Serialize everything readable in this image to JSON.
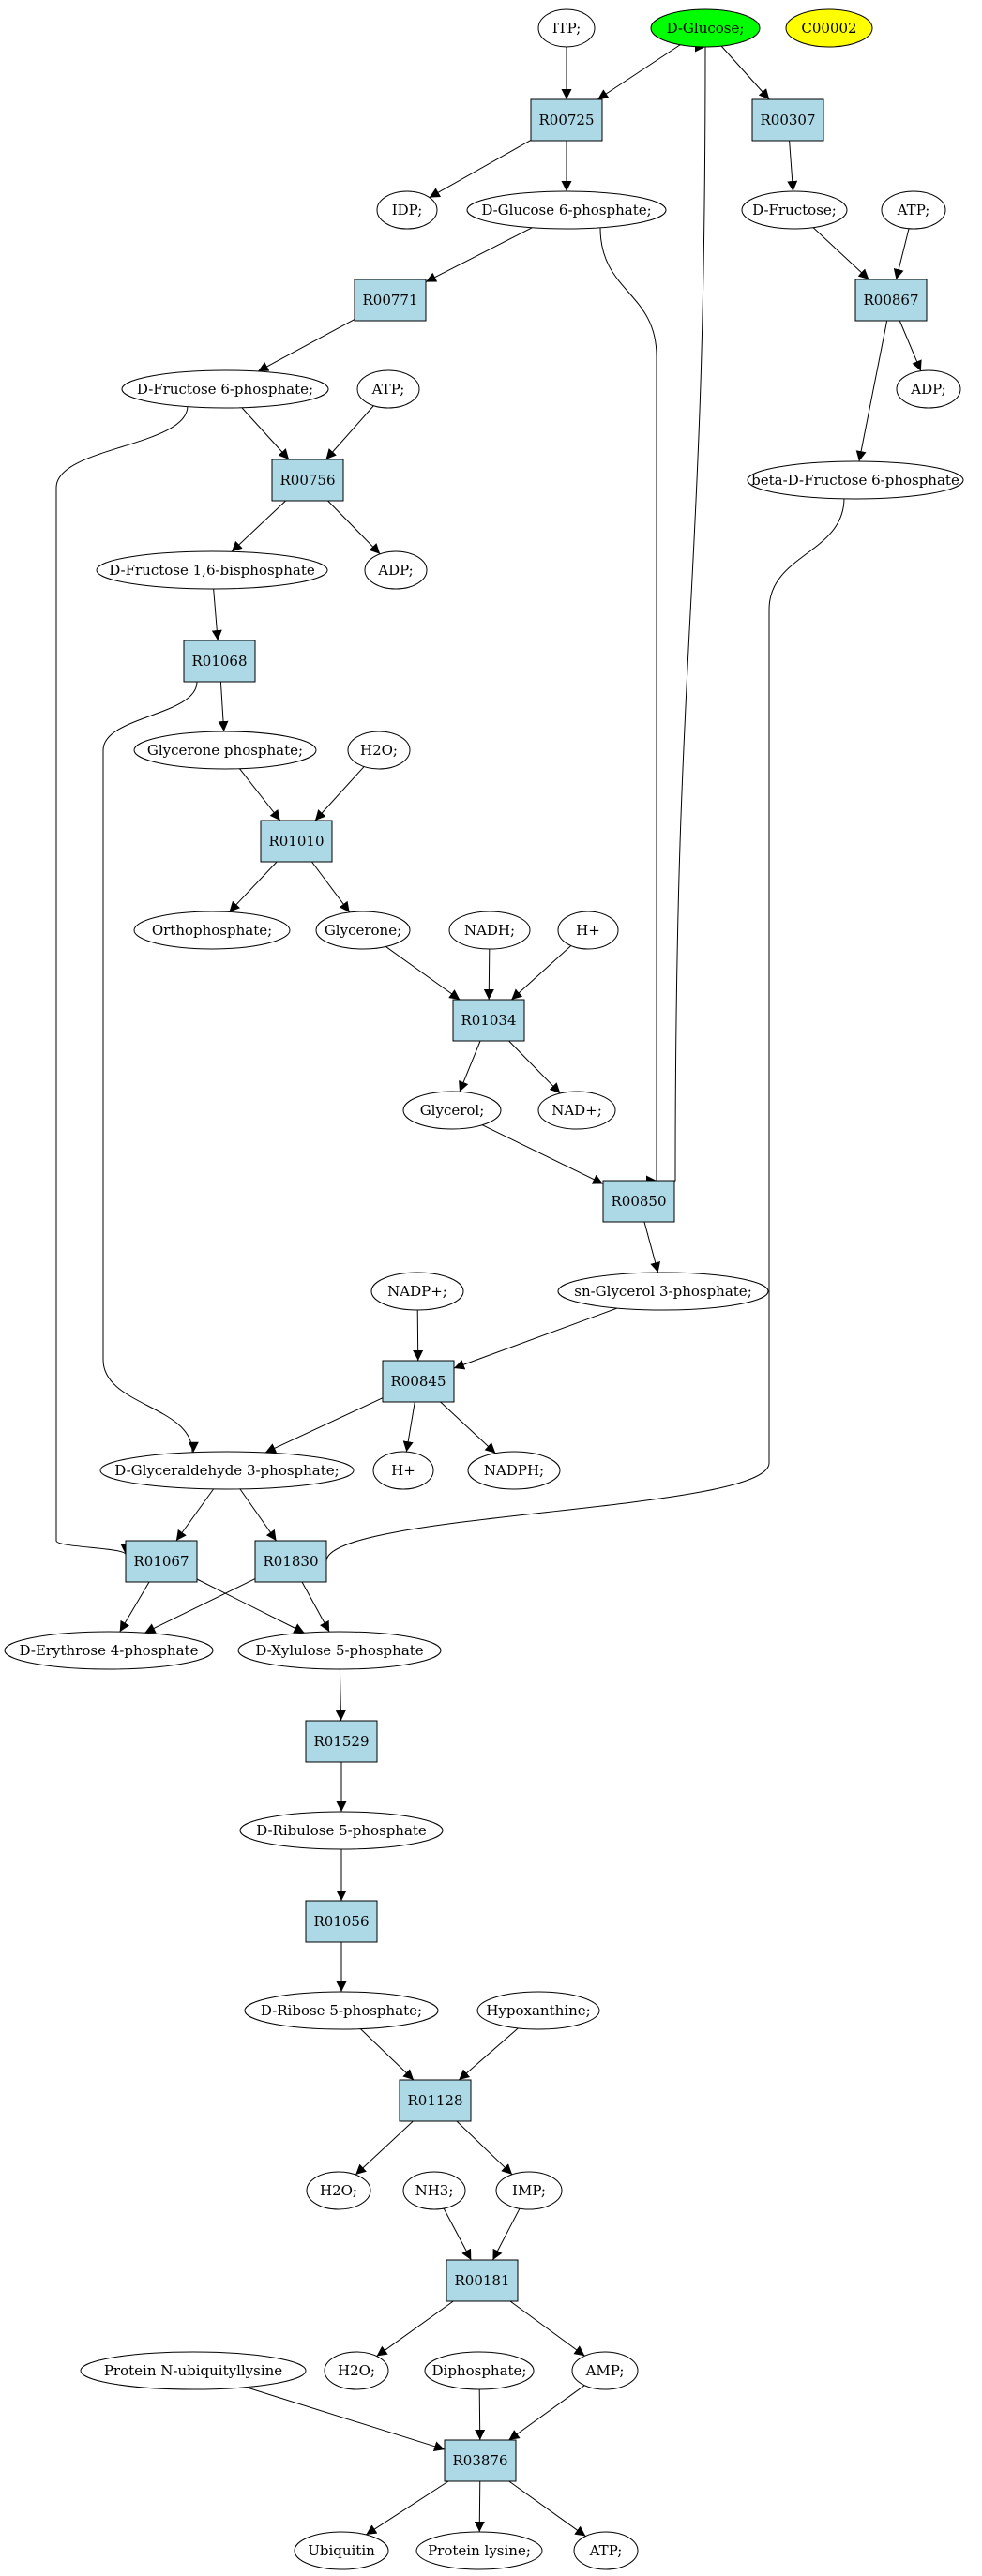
{
  "colors": {
    "reaction_fill": "#add8e6",
    "start_fill": "#00ff00",
    "highlight_fill": "#ffff00",
    "compound_fill": "#ffffff",
    "stroke": "#000000"
  },
  "nodes": {
    "itp": {
      "label": "ITP;",
      "kind": "compound"
    },
    "dglucose": {
      "label": "D-Glucose;",
      "kind": "start"
    },
    "c00002": {
      "label": "C00002",
      "kind": "highlight"
    },
    "r00725": {
      "label": "R00725",
      "kind": "reaction"
    },
    "r00307": {
      "label": "R00307",
      "kind": "reaction"
    },
    "idp": {
      "label": "IDP;",
      "kind": "compound"
    },
    "g6p": {
      "label": "D-Glucose 6-phosphate;",
      "kind": "compound"
    },
    "dfructose": {
      "label": "D-Fructose;",
      "kind": "compound"
    },
    "atp_a": {
      "label": "ATP;",
      "kind": "compound"
    },
    "r00771": {
      "label": "R00771",
      "kind": "reaction"
    },
    "r00867": {
      "label": "R00867",
      "kind": "reaction"
    },
    "adp_a": {
      "label": "ADP;",
      "kind": "compound"
    },
    "f6p": {
      "label": "D-Fructose 6-phosphate;",
      "kind": "compound"
    },
    "atp_b": {
      "label": "ATP;",
      "kind": "compound"
    },
    "bf6p": {
      "label": "beta-D-Fructose 6-phosphate",
      "kind": "compound"
    },
    "r00756": {
      "label": "R00756",
      "kind": "reaction"
    },
    "f16bp": {
      "label": "D-Fructose 1,6-bisphosphate",
      "kind": "compound"
    },
    "adp_b": {
      "label": "ADP;",
      "kind": "compound"
    },
    "r01068": {
      "label": "R01068",
      "kind": "reaction"
    },
    "glyp": {
      "label": "Glycerone phosphate;",
      "kind": "compound"
    },
    "h2o_a": {
      "label": "H2O;",
      "kind": "compound"
    },
    "r01010": {
      "label": "R01010",
      "kind": "reaction"
    },
    "ortho": {
      "label": "Orthophosphate;",
      "kind": "compound"
    },
    "glycerone": {
      "label": "Glycerone;",
      "kind": "compound"
    },
    "nadh": {
      "label": "NADH;",
      "kind": "compound"
    },
    "hplus_a": {
      "label": "H+",
      "kind": "compound"
    },
    "r01034": {
      "label": "R01034",
      "kind": "reaction"
    },
    "glycerol": {
      "label": "Glycerol;",
      "kind": "compound"
    },
    "nadplus": {
      "label": "NAD+;",
      "kind": "compound"
    },
    "r00850": {
      "label": "R00850",
      "kind": "reaction"
    },
    "nadpplus": {
      "label": "NADP+;",
      "kind": "compound"
    },
    "sng3p": {
      "label": "sn-Glycerol 3-phosphate;",
      "kind": "compound"
    },
    "r00845": {
      "label": "R00845",
      "kind": "reaction"
    },
    "ga3p": {
      "label": "D-Glyceraldehyde 3-phosphate;",
      "kind": "compound"
    },
    "hplus_b": {
      "label": "H+",
      "kind": "compound"
    },
    "nadph": {
      "label": "NADPH;",
      "kind": "compound"
    },
    "r01067": {
      "label": "R01067",
      "kind": "reaction"
    },
    "r01830": {
      "label": "R01830",
      "kind": "reaction"
    },
    "e4p": {
      "label": "D-Erythrose 4-phosphate",
      "kind": "compound"
    },
    "x5p": {
      "label": "D-Xylulose 5-phosphate",
      "kind": "compound"
    },
    "r01529": {
      "label": "R01529",
      "kind": "reaction"
    },
    "ru5p": {
      "label": "D-Ribulose 5-phosphate",
      "kind": "compound"
    },
    "r01056": {
      "label": "R01056",
      "kind": "reaction"
    },
    "r5p": {
      "label": "D-Ribose 5-phosphate;",
      "kind": "compound"
    },
    "hypox": {
      "label": "Hypoxanthine;",
      "kind": "compound"
    },
    "r01128": {
      "label": "R01128",
      "kind": "reaction"
    },
    "h2o_b": {
      "label": "H2O;",
      "kind": "compound"
    },
    "nh3": {
      "label": "NH3;",
      "kind": "compound"
    },
    "imp": {
      "label": "IMP;",
      "kind": "compound"
    },
    "r00181": {
      "label": "R00181",
      "kind": "reaction"
    },
    "pnul": {
      "label": "Protein N-ubiquityllysine",
      "kind": "compound"
    },
    "h2o_c": {
      "label": "H2O;",
      "kind": "compound"
    },
    "diphos": {
      "label": "Diphosphate;",
      "kind": "compound"
    },
    "amp": {
      "label": "AMP;",
      "kind": "compound"
    },
    "r03876": {
      "label": "R03876",
      "kind": "reaction"
    },
    "ubiquitin": {
      "label": "Ubiquitin",
      "kind": "compound"
    },
    "plysine": {
      "label": "Protein lysine;",
      "kind": "compound"
    },
    "atp_c": {
      "label": "ATP;",
      "kind": "compound"
    }
  },
  "edges": [
    [
      "dglucose",
      "r00725"
    ],
    [
      "itp",
      "r00725"
    ],
    [
      "r00725",
      "idp"
    ],
    [
      "r00725",
      "g6p"
    ],
    [
      "dglucose",
      "r00307"
    ],
    [
      "r00307",
      "dfructose"
    ],
    [
      "g6p",
      "r00771"
    ],
    [
      "r00771",
      "f6p"
    ],
    [
      "dfructose",
      "r00867"
    ],
    [
      "atp_a",
      "r00867"
    ],
    [
      "r00867",
      "adp_a"
    ],
    [
      "r00867",
      "bf6p"
    ],
    [
      "f6p",
      "r00756"
    ],
    [
      "atp_b",
      "r00756"
    ],
    [
      "r00756",
      "f16bp"
    ],
    [
      "r00756",
      "adp_b"
    ],
    [
      "f16bp",
      "r01068"
    ],
    [
      "r01068",
      "glyp"
    ],
    [
      "glyp",
      "r01010"
    ],
    [
      "h2o_a",
      "r01010"
    ],
    [
      "r01010",
      "ortho"
    ],
    [
      "r01010",
      "glycerone"
    ],
    [
      "glycerone",
      "r01034"
    ],
    [
      "nadh",
      "r01034"
    ],
    [
      "hplus_a",
      "r01034"
    ],
    [
      "r01034",
      "glycerol"
    ],
    [
      "r01034",
      "nadplus"
    ],
    [
      "glycerol",
      "r00850"
    ],
    [
      "g6p",
      "r00850"
    ],
    [
      "r00850",
      "dglucose"
    ],
    [
      "r00850",
      "sng3p"
    ],
    [
      "sng3p",
      "r00845"
    ],
    [
      "nadpplus",
      "r00845"
    ],
    [
      "r00845",
      "ga3p"
    ],
    [
      "r00845",
      "hplus_b"
    ],
    [
      "r00845",
      "nadph"
    ],
    [
      "r01068",
      "ga3p"
    ],
    [
      "f6p",
      "r01067"
    ],
    [
      "ga3p",
      "r01067"
    ],
    [
      "ga3p",
      "r01830"
    ],
    [
      "bf6p",
      "r01830"
    ],
    [
      "r01067",
      "e4p"
    ],
    [
      "r01067",
      "x5p"
    ],
    [
      "r01830",
      "e4p"
    ],
    [
      "r01830",
      "x5p"
    ],
    [
      "x5p",
      "r01529"
    ],
    [
      "r01529",
      "ru5p"
    ],
    [
      "ru5p",
      "r01056"
    ],
    [
      "r01056",
      "r5p"
    ],
    [
      "r5p",
      "r01128"
    ],
    [
      "hypox",
      "r01128"
    ],
    [
      "r01128",
      "h2o_b"
    ],
    [
      "r01128",
      "imp"
    ],
    [
      "imp",
      "r00181"
    ],
    [
      "nh3",
      "r00181"
    ],
    [
      "r00181",
      "h2o_c"
    ],
    [
      "r00181",
      "amp"
    ],
    [
      "amp",
      "r03876"
    ],
    [
      "diphos",
      "r03876"
    ],
    [
      "pnul",
      "r03876"
    ],
    [
      "r03876",
      "ubiquitin"
    ],
    [
      "r03876",
      "plysine"
    ],
    [
      "r03876",
      "atp_c"
    ]
  ]
}
